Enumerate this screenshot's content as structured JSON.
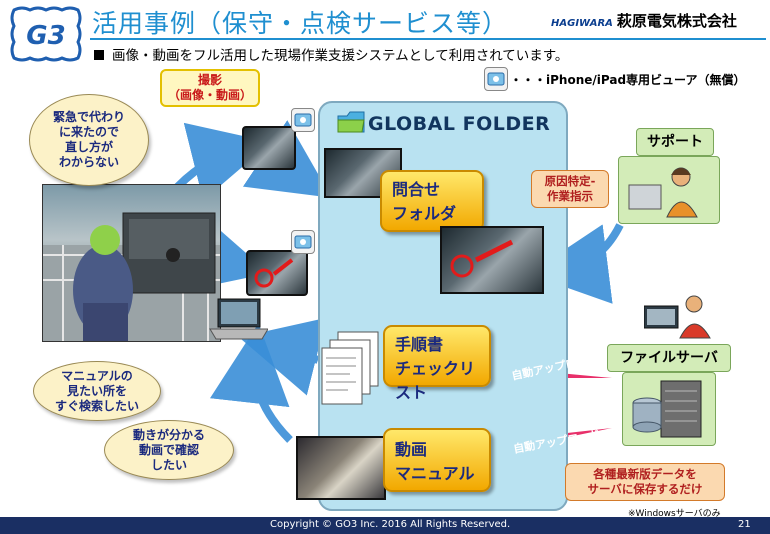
{
  "header": {
    "title": "活用事例（保守・点検サービス等）",
    "subtitle": "画像・動画をフル活用した現場作業支援システムとして利用されています。",
    "company_brand": "HAGIWARA",
    "company_name": "萩原電気株式会社"
  },
  "legend": {
    "text": "・・・iPhone/iPad専用ビューア（無償）"
  },
  "diagram": {
    "panel_title": "GLOBAL FOLDER",
    "capture_label": "撮影\n（画像・動画）",
    "bubble_top": "緊急で代わり\nに来たので\n直し方が\nわからない",
    "bubble_manual": "マニュアルの\n見たい所を\nすぐ検索したい",
    "bubble_video": "動きが分かる\n動画で確認\nしたい",
    "folder_inquiry": "問合せ\nフォルダ",
    "folder_procedure": "手順書\nチェックリスト",
    "folder_video": "動画\nマニュアル",
    "support_label": "サポート",
    "support_note": "原因特定-\n作業指示",
    "fileserver_label": "ファイルサーバ",
    "upload_label_1": "自動アップロード",
    "upload_label_2": "自動アップロード",
    "server_note": "各種最新版データを\nサーバに保存するだけ",
    "windows_note": "※Windowsサーバのみ"
  },
  "colors": {
    "title_blue": "#1f8fd0",
    "folder_panel": "#b9e2f1",
    "arrow_blue": "#3a8fd8",
    "upload_pink": "#e8306a",
    "tab_yellow": "#f2c200",
    "footer_navy": "#1a2f63"
  },
  "footer": {
    "copyright": "Copyright © GO3 Inc. 2016  All Rights Reserved.",
    "page": "21"
  }
}
